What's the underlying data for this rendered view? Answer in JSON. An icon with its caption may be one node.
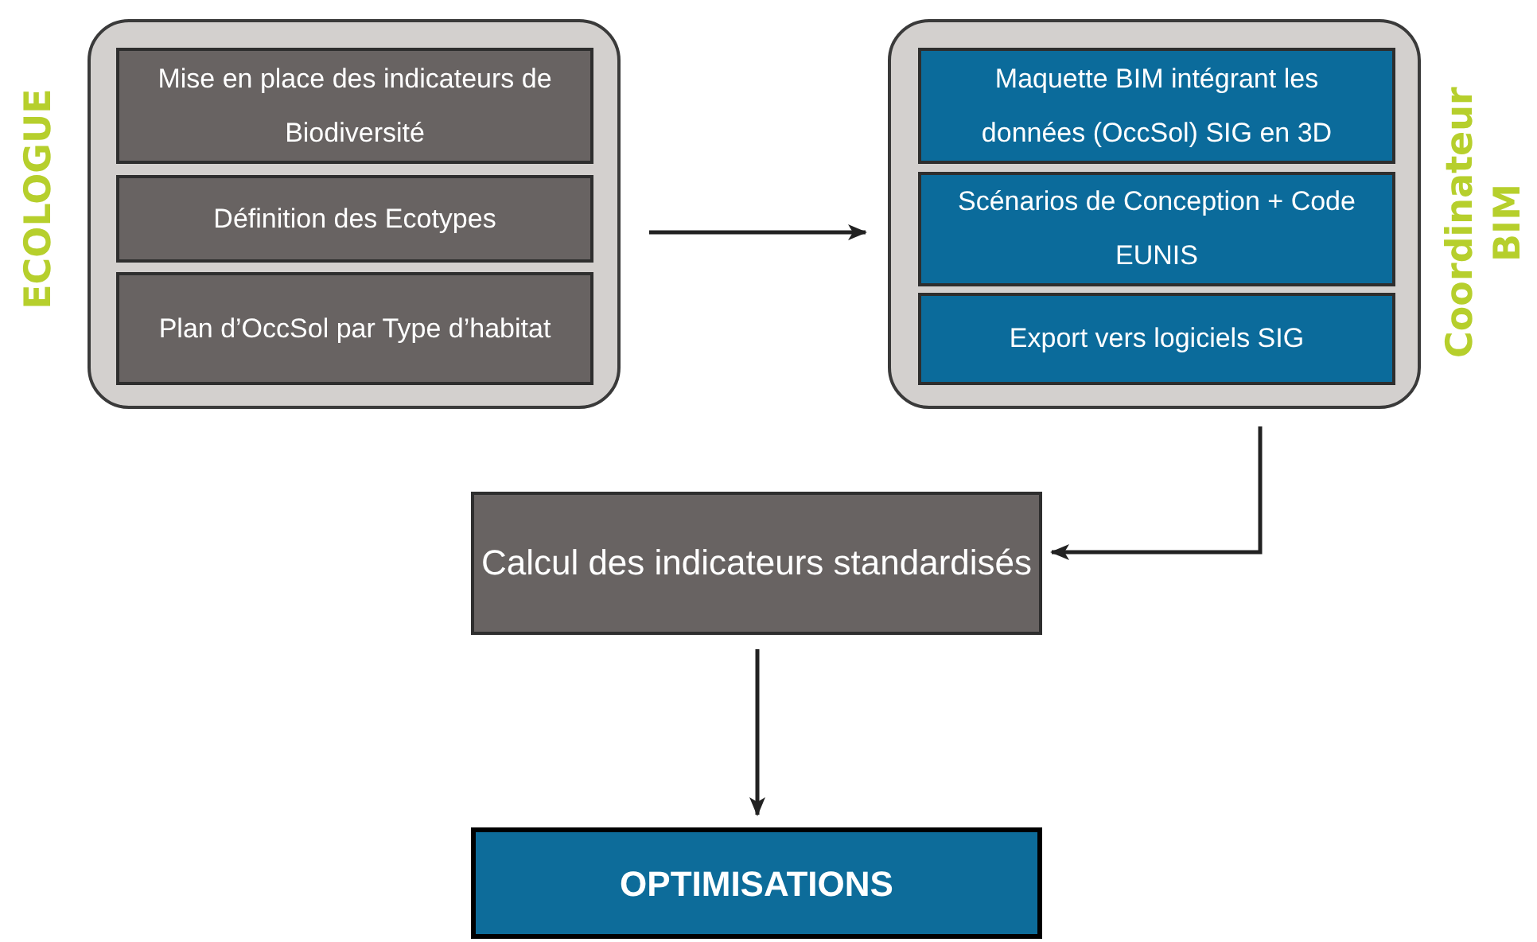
{
  "diagram": {
    "nodes": [
      {
        "text": [
          "ECOLOGUE"
        ]
      },
      {
        "text": [
          "Mise en place des indicateurs de Biodiversité"
        ],
        "in": 0
      },
      {
        "text": [
          "Définition des Ecotypes"
        ],
        "in": 0
      },
      {
        "text": [
          "Plan d’OccSol par Type d’habitat"
        ],
        "in": 0
      },
      {
        "text": [
          "Coordinateur BIM"
        ]
      },
      {
        "text": [
          "Maquette BIM intégrant les données (OccSol) SIG en 3D"
        ],
        "in": 4
      },
      {
        "text": [
          "Scénarios de Conception + Code EUNIS"
        ],
        "in": 4
      },
      {
        "text": [
          "Export vers logiciels SIG"
        ],
        "in": 4
      },
      {
        "text": [
          "Calcul des indicateurs standardisés"
        ]
      },
      {
        "text": [
          "OPTIMISATIONS"
        ]
      }
    ],
    "edges": [
      {
        "from": 0,
        "to": 4,
        "arrow": "to"
      },
      {
        "from": 4,
        "to": 8,
        "arrow": "to"
      },
      {
        "from": 8,
        "to": 9,
        "arrow": "to"
      }
    ]
  }
}
